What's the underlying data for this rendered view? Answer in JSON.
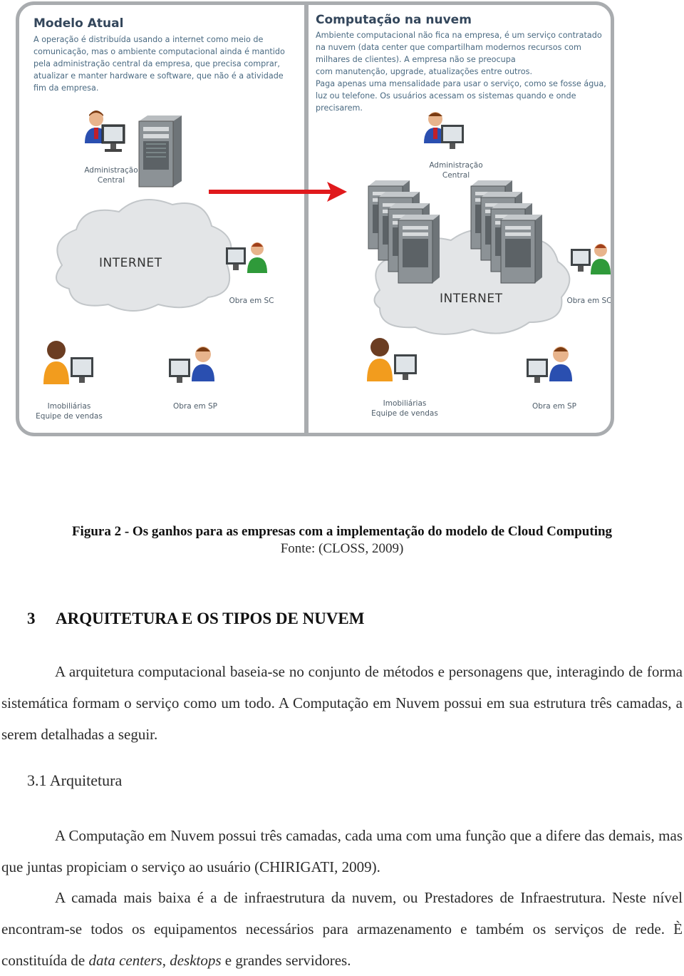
{
  "figure": {
    "left_panel": {
      "title": "Modelo Atual",
      "lines": [
        "A operação é distribuída usando a internet como meio de",
        "comunicação, mas o ambiente computacional ainda é mantido",
        "pela administração central da empresa, que precisa comprar,",
        "atualizar e manter hardware e software, que não é a atividade",
        "fim da empresa."
      ],
      "admin_label": [
        "Administração",
        "Central"
      ],
      "cloud_label": "INTERNET",
      "obra_sc": "Obra em SC",
      "imobiliarias": [
        "Imobiliárias",
        "Equipe de vendas"
      ],
      "obra_sp": "Obra em SP"
    },
    "right_panel": {
      "title": "Computação na nuvem",
      "lines": [
        "Ambiente computacional não fica na empresa, é um serviço contratado",
        "na nuvem (data center que compartilham modernos recursos com",
        "milhares de clientes). A empresa não se preocupa",
        "com manutenção, upgrade, atualizações entre outros.",
        "Paga apenas uma mensalidade para usar o serviço, como se fosse água,",
        "luz ou telefone. Os usuários acessam os sistemas quando e onde",
        "precisarem."
      ],
      "admin_label": [
        "Administração",
        "Central"
      ],
      "cloud_label": "INTERNET",
      "obra_sc": "Obra em SC",
      "imobiliarias": [
        "Imobiliárias",
        "Equipe de vendas"
      ],
      "obra_sp": "Obra em SP"
    },
    "colors": {
      "arrow": "#e0191c",
      "frame": "#a9acaf",
      "title": "#33465b",
      "text": "#4a6a82"
    }
  },
  "caption": {
    "title": "Figura 2 - Os ganhos para as empresas com a implementação do modelo de Cloud Computing",
    "source": "Fonte: (CLOSS, 2009)"
  },
  "section": {
    "number": "3",
    "title": "ARQUITETURA E OS TIPOS DE NUVEM",
    "paragraph1": "A arquitetura computacional baseia-se no conjunto de métodos e personagens que, interagindo de forma sistemática formam o serviço como um todo. A Computação em Nuvem possui em sua estrutura três camadas, a serem detalhadas a seguir."
  },
  "subsection": {
    "number": "3.1",
    "title": "Arquitetura",
    "paragraph1": "A Computação em Nuvem possui três camadas, cada uma com uma função que a difere das demais, mas que juntas propiciam o serviço ao usuário (CHIRIGATI, 2009).",
    "paragraph2_start": "A camada mais baixa é a de infraestrutura da nuvem, ou Prestadores de Infraestrutura. Neste nível encontram-se todos os equipamentos necessários para armazenamento e também os serviços de rede. È constituída de ",
    "italic1": "data centers",
    "sep": ", ",
    "italic2": "desktops",
    "paragraph2_end": " e grandes servidores."
  }
}
